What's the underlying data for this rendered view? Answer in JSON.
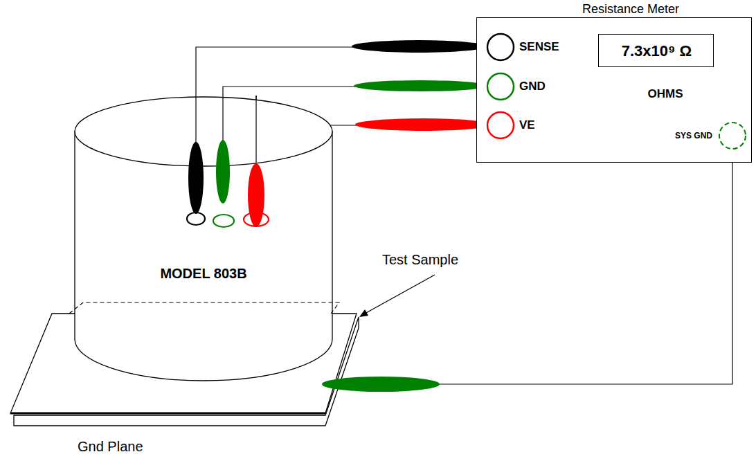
{
  "diagram": {
    "nodes": [
      {
        "text": [
          "Resistance Meter",
          "OHMS"
        ]
      },
      {
        "text": [
          "7.3x10⁹ Ω"
        ],
        "in": 0
      },
      {
        "text": [
          "SENSE"
        ],
        "in": 0
      },
      {
        "text": [
          "GND"
        ],
        "in": 0
      },
      {
        "text": [
          "VE"
        ],
        "in": 0
      },
      {
        "text": [
          "SYS GND"
        ],
        "in": 0
      },
      {
        "text": [
          "MODEL 803B"
        ]
      },
      {
        "text": [
          "Test Sample"
        ]
      },
      {
        "text": [
          "Gnd Plane"
        ]
      }
    ],
    "edges": [
      {
        "from": 6,
        "to": 2,
        "arrow": "none"
      },
      {
        "from": 6,
        "to": 3,
        "arrow": "none"
      },
      {
        "from": 6,
        "to": 4,
        "arrow": "none"
      },
      {
        "from": 7,
        "to": 5,
        "arrow": "none"
      }
    ]
  }
}
